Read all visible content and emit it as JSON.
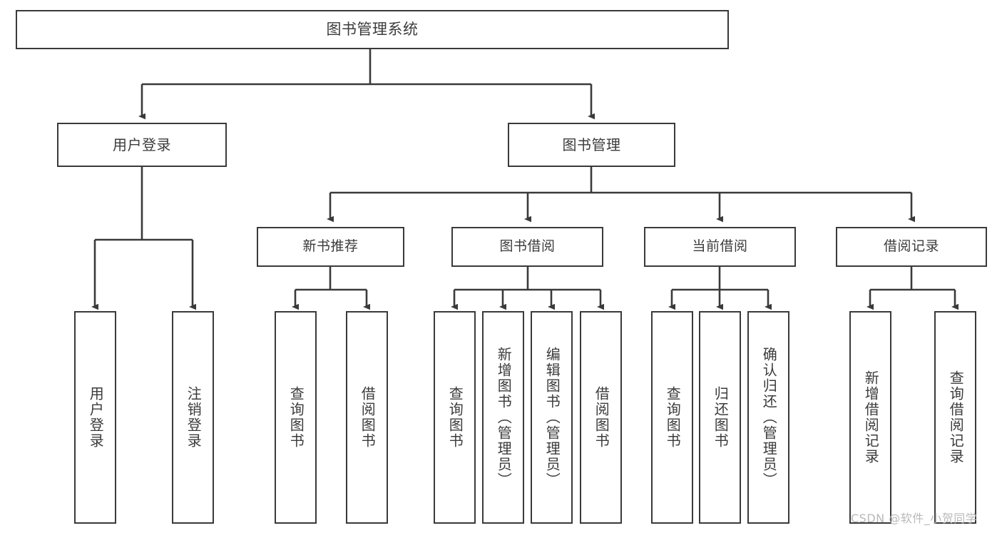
{
  "diagram": {
    "title": "图书管理系统",
    "type": "tree-hierarchy",
    "watermark": "CSDN @软件_小贺同学",
    "accent_color": "#3a3a3a",
    "background_color": "#ffffff",
    "text_color": "#3b3b3b"
  },
  "root": {
    "label": "图书管理系统"
  },
  "level1": [
    {
      "label": "用户登录"
    },
    {
      "label": "图书管理"
    }
  ],
  "level2": [
    {
      "label": "新书推荐"
    },
    {
      "label": "图书借阅"
    },
    {
      "label": "当前借阅"
    },
    {
      "label": "借阅记录"
    }
  ],
  "leaves": {
    "user_login": [
      {
        "label": "用户登录"
      },
      {
        "label": "注销登录"
      }
    ],
    "new_book_recommend": [
      {
        "label": "查询图书"
      },
      {
        "label": "借阅图书"
      }
    ],
    "book_borrow": [
      {
        "label": "查询图书"
      },
      {
        "label": "新增图书（管理员）"
      },
      {
        "label": "编辑图书（管理员）"
      },
      {
        "label": "借阅图书"
      }
    ],
    "current_borrow": [
      {
        "label": "查询图书"
      },
      {
        "label": "归还图书"
      },
      {
        "label": "确认归还（管理员）"
      }
    ],
    "borrow_record": [
      {
        "label": "新增借阅记录"
      },
      {
        "label": "查询借阅记录"
      }
    ]
  }
}
